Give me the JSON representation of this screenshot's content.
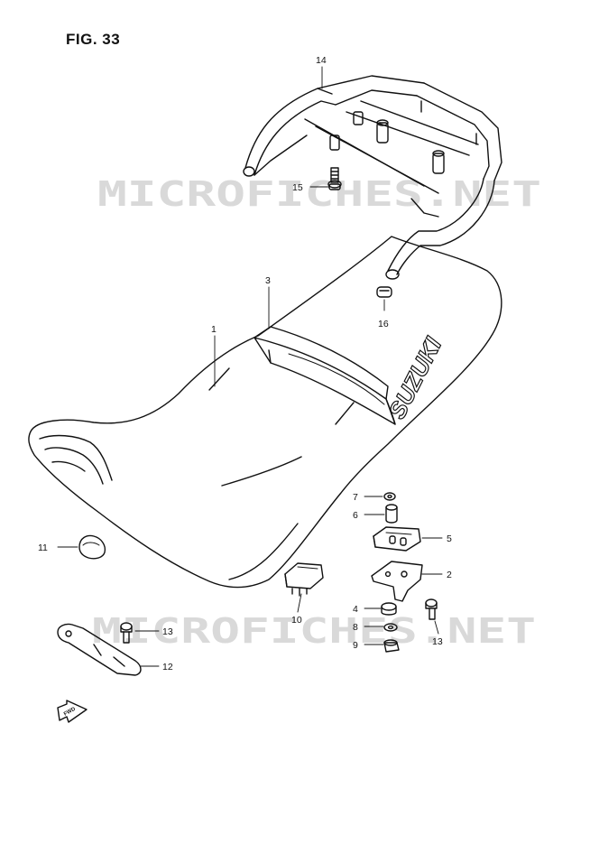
{
  "figure": {
    "title": "FIG. 33"
  },
  "brand": {
    "seat_logo": "SUZUKI"
  },
  "watermark": {
    "text": "MICROFICHES.NET",
    "color": "#d9d9d9"
  },
  "fwd": {
    "label": "FWD"
  },
  "callouts": [
    {
      "id": "c1",
      "label": "1"
    },
    {
      "id": "c2",
      "label": "2"
    },
    {
      "id": "c3",
      "label": "3"
    },
    {
      "id": "c4",
      "label": "4"
    },
    {
      "id": "c5",
      "label": "5"
    },
    {
      "id": "c6",
      "label": "6"
    },
    {
      "id": "c7",
      "label": "7"
    },
    {
      "id": "c8",
      "label": "8"
    },
    {
      "id": "c9",
      "label": "9"
    },
    {
      "id": "c10",
      "label": "10"
    },
    {
      "id": "c11",
      "label": "11"
    },
    {
      "id": "c12",
      "label": "12"
    },
    {
      "id": "c13a",
      "label": "13"
    },
    {
      "id": "c13b",
      "label": "13"
    },
    {
      "id": "c14",
      "label": "14"
    },
    {
      "id": "c15",
      "label": "15"
    },
    {
      "id": "c16",
      "label": "16"
    }
  ]
}
